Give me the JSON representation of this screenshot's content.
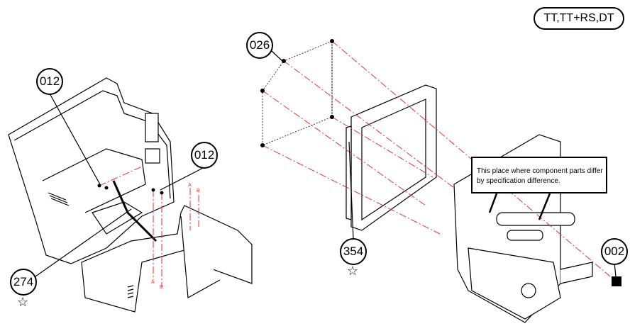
{
  "variant_badge": "TT,TT+RS,DT",
  "callout_text": "This place where component parts differ by specification difference.",
  "part_labels": {
    "p012_left": "012",
    "p012_right": "012",
    "p026": "026",
    "p354": "354",
    "p274": "274",
    "p002": "002"
  },
  "star_symbol": "☆",
  "alignment_marks": {
    "a_top": "A",
    "b_top": "B",
    "a_bottom": "A",
    "b_bottom": "B"
  },
  "colors": {
    "leader_red": "#e33333",
    "line": "#000000"
  }
}
